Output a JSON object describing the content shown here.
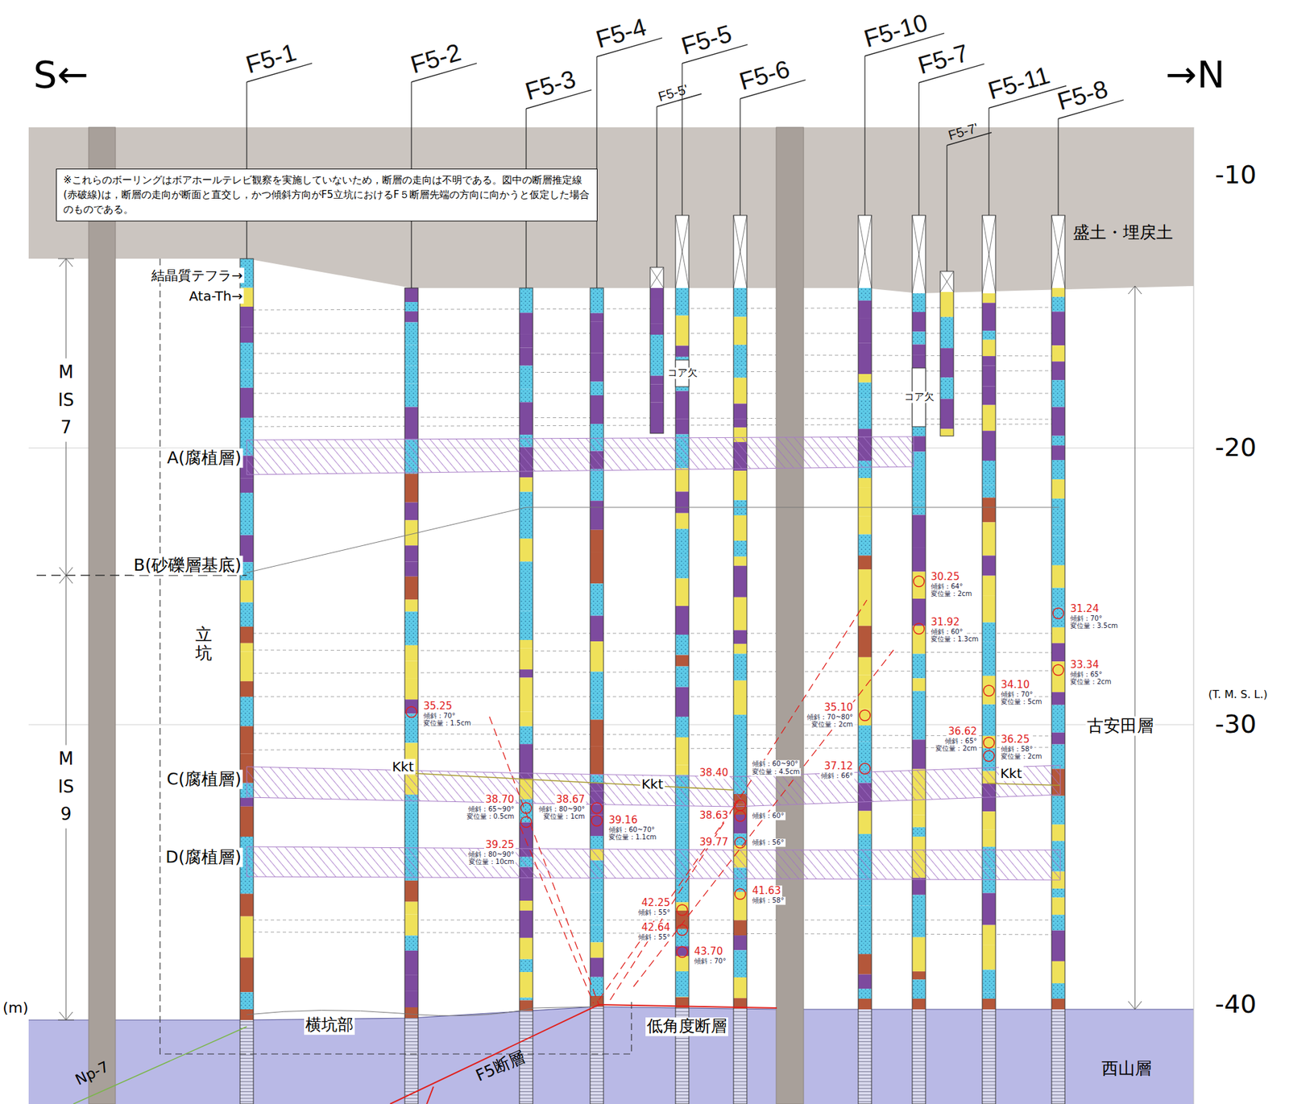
{
  "diagram": {
    "nodes": [
      {
        "text": [
          "※これらのボーリングはボアホールテレビ観察を実施していないため，断層の走向は不明である。図中の断層推定線(赤破線)は，断層の走向が断面と直交し，かつ傾斜方向がF5立坑におけるF５断層先端の方向に向かうと仮定した場合のものである。"
        ]
      }
    ],
    "labels": [
      "S←",
      "→N",
      "F5-1",
      "F5-2",
      "F5-3",
      "F5-4",
      "F5-5'",
      "F5-5",
      "F5-6",
      "F5-10",
      "F5-7",
      "F5-7'",
      "F5-11",
      "F5-8",
      "-10",
      "-20",
      "(T. M. S. L.)",
      "-30",
      "-40",
      "(m)",
      "盛土・埋戻土",
      "古安田層",
      "西山層",
      "結晶質テフラ→",
      "Ata-Th→",
      "MIS7",
      "MIS9",
      "A(腐植層)",
      "B(砂礫層基底)",
      "C(腐植層)",
      "D(腐植層)",
      "立坑",
      "横坑部",
      "低角度断層",
      "F5断層",
      "Np-7",
      "Kkt",
      "Kkt",
      "Kkt",
      "コア欠",
      "コア欠",
      "35.25",
      "傾斜：70°",
      "変位量：1.5cm",
      "38.70",
      "傾斜：65~90°",
      "変位量：0.5cm",
      "39.25",
      "傾斜：80~90°",
      "変位量：10cm",
      "38.67",
      "傾斜：80~90°",
      "変位量：1cm",
      "39.16",
      "傾斜：60~70°",
      "変位量：1.1cm",
      "42.25",
      "傾斜：55°",
      "42.64",
      "傾斜：55°",
      "43.70",
      "傾斜：70°",
      "38.40",
      "傾斜：60~90°",
      "変位量：4.5cm",
      "38.63",
      "傾斜：60°",
      "39.77",
      "傾斜：56°",
      "41.63",
      "傾斜：58°",
      "35.10",
      "傾斜：70~80°",
      "変位量：2cm",
      "37.12",
      "傾斜：66°",
      "30.25",
      "傾斜：64°",
      "変位量：2cm",
      "31.92",
      "傾斜：60°",
      "変位量：1.3cm",
      "34.10",
      "傾斜：70°",
      "変位量：5cm",
      "36.62",
      "傾斜：65°",
      "変位量：2cm",
      "36.25",
      "傾斜：58°",
      "変位量：2cm",
      "31.24",
      "傾斜：70°",
      "変位量：3.5cm",
      "33.34",
      "傾斜：65°",
      "変位量：2cm"
    ]
  }
}
